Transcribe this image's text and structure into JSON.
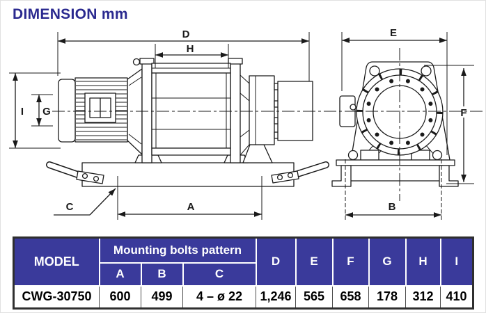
{
  "title": "DIMENSION mm",
  "colors": {
    "title_text": "#2A298F",
    "table_header_bg": "#3A3A9B",
    "table_header_text": "#FFFFFF",
    "drawing_line": "#1A1A1A"
  },
  "drawing": {
    "labels": {
      "D": "D",
      "H": "H",
      "I": "I",
      "G": "G",
      "A": "A",
      "C": "C",
      "E": "E",
      "F": "F",
      "B": "B"
    }
  },
  "table": {
    "model_header": "MODEL",
    "group_header": "Mounting bolts pattern",
    "mounting_columns": [
      "A",
      "B",
      "C"
    ],
    "dimension_columns": [
      "D",
      "E",
      "F",
      "G",
      "H",
      "I"
    ],
    "rows": [
      {
        "model": "CWG-30750",
        "A": "600",
        "B": "499",
        "C": "4 – ø 22",
        "D": "1,246",
        "E": "565",
        "F": "658",
        "G": "178",
        "H": "312",
        "I": "410"
      }
    ]
  }
}
